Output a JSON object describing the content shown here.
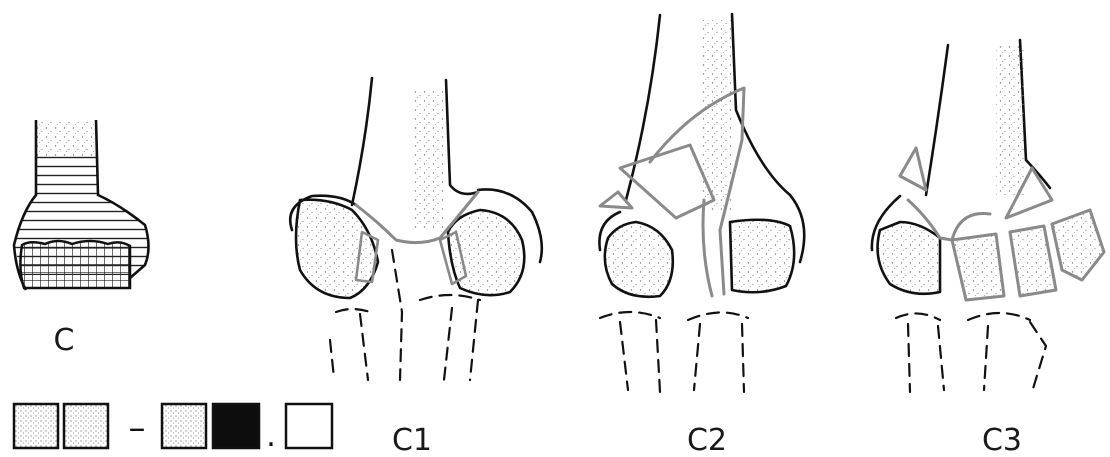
{
  "labels": {
    "type_c": "C",
    "c1": "C1",
    "c2": "C2",
    "c3": "C3"
  },
  "legend": {
    "separator_dash": "–",
    "separator_dot": ".",
    "swatches": [
      {
        "kind": "stippled"
      },
      {
        "kind": "stippled"
      },
      {
        "kind": "stippled"
      },
      {
        "kind": "solid-black"
      },
      {
        "kind": "empty"
      }
    ]
  },
  "colors": {
    "ink": "#1a1a1a",
    "fracture_line": "#8a8a8a",
    "stipple": "#7a7a7a"
  }
}
